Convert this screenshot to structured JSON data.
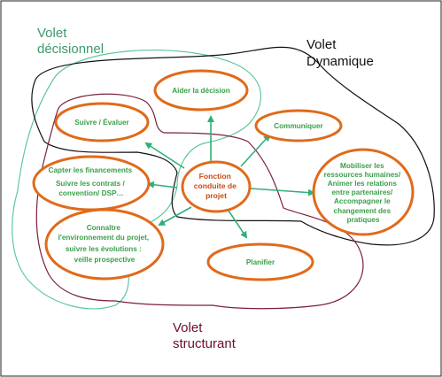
{
  "zones": {
    "decisionnel": {
      "lines": [
        "Volet",
        "décisionnel"
      ],
      "color": "#3a9a6a"
    },
    "dynamique": {
      "lines": [
        "Volet",
        "Dynamique"
      ],
      "color": "#111111"
    },
    "structurant": {
      "lines": [
        "Volet",
        "structurant"
      ],
      "color": "#6a0f2a"
    }
  },
  "center": {
    "lines": [
      "Fonction",
      "conduite de",
      "projet"
    ]
  },
  "nodes": {
    "aider": {
      "lines": [
        "Aider la décision"
      ]
    },
    "suivre": {
      "lines": [
        "Suivre / Évaluer"
      ]
    },
    "communiquer": {
      "lines": [
        "Communiquer"
      ]
    },
    "financements": {
      "lines": [
        "Capter les financements",
        "Suivre les contrats /",
        "convention/ DSP…"
      ]
    },
    "mobiliser": {
      "lines": [
        "Mobiliser les",
        "ressources humaines/",
        "Animer les relations",
        "entre partenaires/",
        "Accompagner le",
        "changement des",
        "pratiques"
      ]
    },
    "connaitre": {
      "lines": [
        "Connaître",
        "l'environnement du projet,",
        "suivre les évolutions :",
        "veille prospective"
      ]
    },
    "planifier": {
      "lines": [
        "Planifier"
      ]
    }
  },
  "colors": {
    "ellipse_stroke": "#e06a1a",
    "node_text": "#3aa04a",
    "center_text": "#c84a10",
    "arrow": "#2fb07a"
  }
}
